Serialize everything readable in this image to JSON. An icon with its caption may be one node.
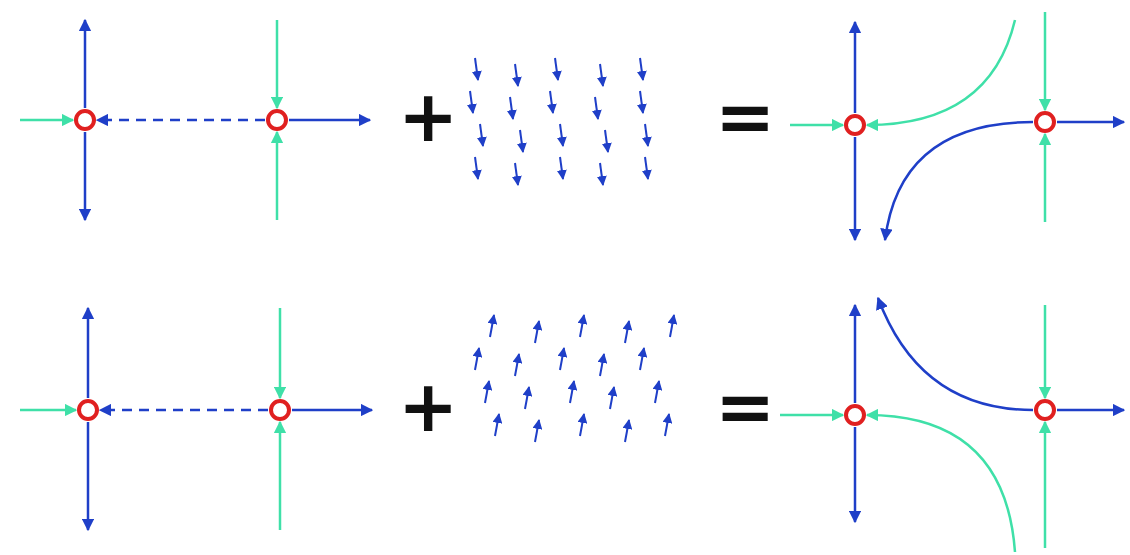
{
  "diagram": {
    "nodes": [
      {
        "text": [],
        "shape": "circle"
      },
      {
        "text": [],
        "shape": "circle"
      },
      {
        "text": [],
        "shape": "circle"
      },
      {
        "text": [],
        "shape": "circle"
      },
      {
        "text": [],
        "shape": "circle"
      },
      {
        "text": [],
        "shape": "circle"
      },
      {
        "text": [],
        "shape": "circle"
      },
      {
        "text": [],
        "shape": "circle"
      }
    ],
    "edges": [
      {
        "from": null,
        "to": 0,
        "arrow": "to",
        "color": "#3fe0a8"
      },
      {
        "from": 0,
        "to": null,
        "arrow": "to",
        "color": "#1f3fc8"
      },
      {
        "from": 0,
        "to": null,
        "arrow": "to",
        "color": "#1f3fc8"
      },
      {
        "from": 1,
        "to": 0,
        "arrow": "to",
        "style": "dashed",
        "color": "#1f3fc8"
      },
      {
        "from": null,
        "to": 1,
        "arrow": "to",
        "color": "#3fe0a8"
      },
      {
        "from": null,
        "to": 1,
        "arrow": "to",
        "color": "#3fe0a8"
      },
      {
        "from": 1,
        "to": null,
        "arrow": "to",
        "color": "#1f3fc8"
      },
      {
        "from": null,
        "to": 2,
        "arrow": "to",
        "color": "#3fe0a8"
      },
      {
        "from": 2,
        "to": null,
        "arrow": "to",
        "color": "#1f3fc8"
      },
      {
        "from": 2,
        "to": null,
        "arrow": "to",
        "color": "#1f3fc8"
      },
      {
        "from": null,
        "to": 2,
        "arrow": "to",
        "color": "#3fe0a8"
      },
      {
        "from": null,
        "to": 3,
        "arrow": "to",
        "color": "#3fe0a8"
      },
      {
        "from": null,
        "to": 3,
        "arrow": "to",
        "color": "#3fe0a8"
      },
      {
        "from": 3,
        "to": null,
        "arrow": "to",
        "color": "#1f3fc8"
      },
      {
        "from": 3,
        "to": null,
        "arrow": "to",
        "color": "#1f3fc8"
      },
      {
        "from": null,
        "to": 4,
        "arrow": "to",
        "color": "#3fe0a8"
      },
      {
        "from": 4,
        "to": null,
        "arrow": "to",
        "color": "#1f3fc8"
      },
      {
        "from": 4,
        "to": null,
        "arrow": "to",
        "color": "#1f3fc8"
      },
      {
        "from": 5,
        "to": 4,
        "arrow": "to",
        "style": "dashed",
        "color": "#1f3fc8"
      },
      {
        "from": null,
        "to": 5,
        "arrow": "to",
        "color": "#3fe0a8"
      },
      {
        "from": null,
        "to": 5,
        "arrow": "to",
        "color": "#3fe0a8"
      },
      {
        "from": 5,
        "to": null,
        "arrow": "to",
        "color": "#1f3fc8"
      },
      {
        "from": null,
        "to": 6,
        "arrow": "to",
        "color": "#3fe0a8"
      },
      {
        "from": 6,
        "to": null,
        "arrow": "to",
        "color": "#1f3fc8"
      },
      {
        "from": 6,
        "to": null,
        "arrow": "to",
        "color": "#1f3fc8"
      },
      {
        "from": null,
        "to": 6,
        "arrow": "to",
        "color": "#3fe0a8"
      },
      {
        "from": null,
        "to": 7,
        "arrow": "to",
        "color": "#3fe0a8"
      },
      {
        "from": null,
        "to": 7,
        "arrow": "to",
        "color": "#3fe0a8"
      },
      {
        "from": 7,
        "to": null,
        "arrow": "to",
        "color": "#1f3fc8"
      },
      {
        "from": 7,
        "to": null,
        "arrow": "to",
        "color": "#1f3fc8"
      }
    ],
    "labels": [
      "+",
      "=",
      "+",
      "="
    ]
  }
}
